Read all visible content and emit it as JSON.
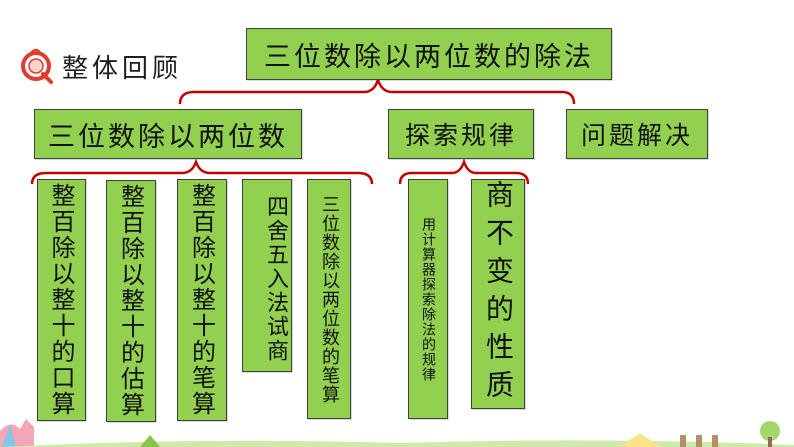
{
  "header": {
    "title": "整体回顾",
    "icon": "q-magnifier-icon"
  },
  "root": {
    "label": "三位数除以两位数的除法"
  },
  "branches": [
    {
      "label": "三位数除以两位数"
    },
    {
      "label": "探索规律"
    },
    {
      "label": "问题解决"
    }
  ],
  "leaves_branch1": [
    {
      "label": "整百除以整十的口算"
    },
    {
      "label": "整百除以整十的估算"
    },
    {
      "label": "整百除以整十的笔算"
    },
    {
      "label": "四舍五入法试商"
    },
    {
      "label": "三位数除以两位数的笔算"
    }
  ],
  "leaves_branch2": [
    {
      "label": "用计算器探索除法的规律"
    },
    {
      "label": "商不变的性质"
    }
  ],
  "colors": {
    "box_fill": "#92d050",
    "border": "#3f3f3f",
    "connector": "#c00000",
    "icon_accent": "#e23b2e"
  }
}
